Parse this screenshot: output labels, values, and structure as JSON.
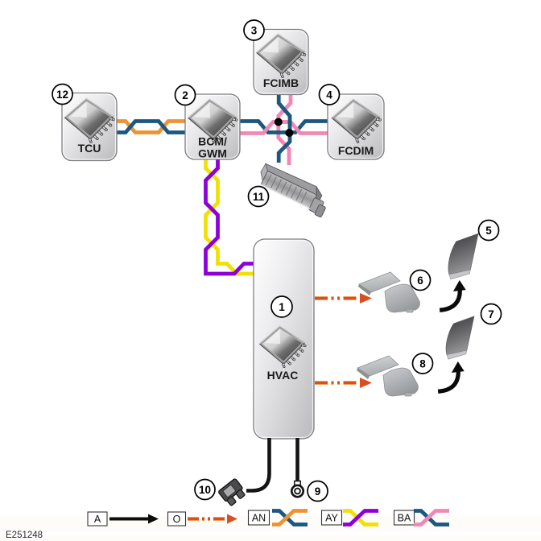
{
  "figure_code": "E251248",
  "modules": {
    "hvac": {
      "label": "HVAC",
      "callout": "1"
    },
    "bcm": {
      "line1": "BCM/",
      "line2": "GWM",
      "callout": "2"
    },
    "fcimb": {
      "label": "FCIMB",
      "callout": "3"
    },
    "fcdim": {
      "label": "FCDIM",
      "callout": "4"
    },
    "tcu": {
      "label": "TCU",
      "callout": "12"
    }
  },
  "callouts": {
    "upper_door": "5",
    "upper_actuator": "6",
    "lower_door": "7",
    "lower_actuator": "8",
    "ring_sensor": "9",
    "connector": "10",
    "dlc": "11"
  },
  "legend": {
    "items": [
      {
        "code": "A",
        "symbol": "black-arrow"
      },
      {
        "code": "O",
        "symbol": "orange-dashdot-arrow"
      },
      {
        "code": "AN",
        "symbol": "twisted-pair",
        "pair_colors": [
          "orange",
          "navy"
        ]
      },
      {
        "code": "AY",
        "symbol": "twisted-pair",
        "pair_colors": [
          "yellow",
          "purple"
        ]
      },
      {
        "code": "BA",
        "symbol": "twisted-pair",
        "pair_colors": [
          "pink",
          "navy"
        ]
      }
    ]
  },
  "colors": {
    "navy": "#1c577f",
    "orange": "#ec9333",
    "pink": "#f287b3",
    "yellow": "#f0e006",
    "purple": "#8f00d7",
    "arrow": "#d94f24"
  }
}
